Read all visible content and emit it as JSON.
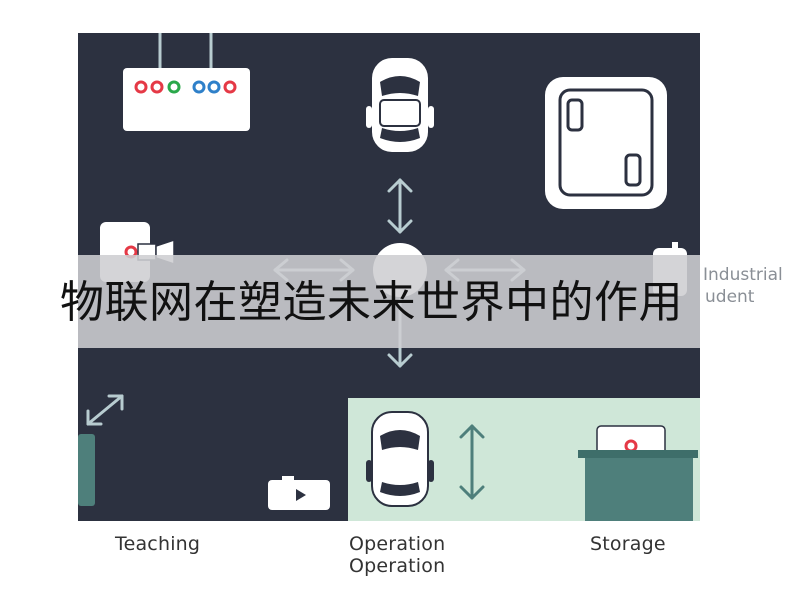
{
  "banner": {
    "title": "物联网在塑造未来世界中的作用"
  },
  "watermark": {
    "line1": "Industrial",
    "line2": "udent"
  },
  "zones": {
    "teaching": "Teaching",
    "operation_1": "Operation",
    "operation_2": "Operation",
    "storage": "Storage"
  },
  "colors": {
    "floor": "#2c3140",
    "operation_zone": "#cfe7d8",
    "storage_counter": "#4e7f7b",
    "arrow_light": "#b8ccd0",
    "arrow_teal": "#4e7f7b",
    "indicator_red": "#e53946",
    "indicator_green": "#2aa84a",
    "indicator_blue": "#2f80c9"
  }
}
